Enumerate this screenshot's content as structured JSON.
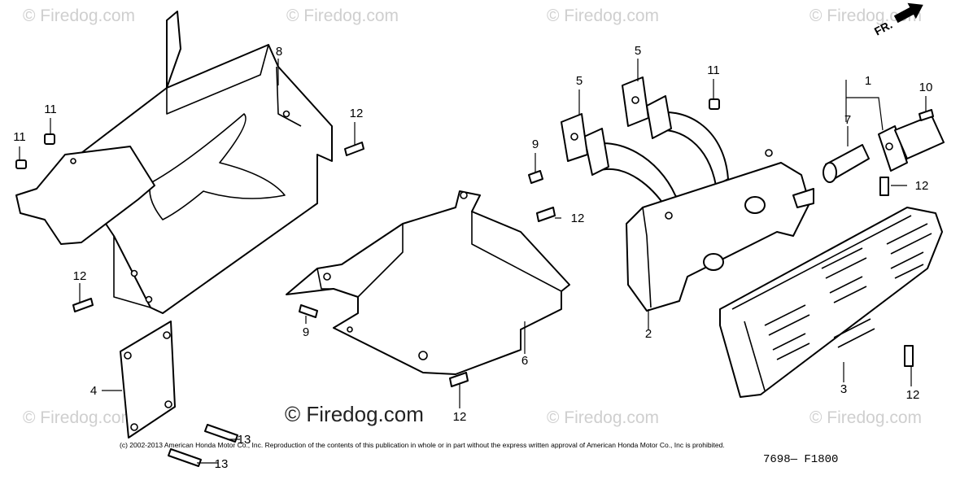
{
  "watermark": {
    "text": "© Firedog.com"
  },
  "copyright": "(c) 2002-2013 American Honda Motor Co., Inc. Reproduction of the contents of this publication in whole or in part without the express written approval of American Honda Motor Co., Inc is prohibited.",
  "diagram_code": "7698— F1800",
  "front_indicator": "FR.",
  "callouts": [
    "1",
    "2",
    "3",
    "4",
    "5",
    "5",
    "6",
    "7",
    "8",
    "9",
    "9",
    "10",
    "11",
    "11",
    "11",
    "12",
    "12",
    "12",
    "12",
    "12",
    "12",
    "13",
    "13"
  ]
}
